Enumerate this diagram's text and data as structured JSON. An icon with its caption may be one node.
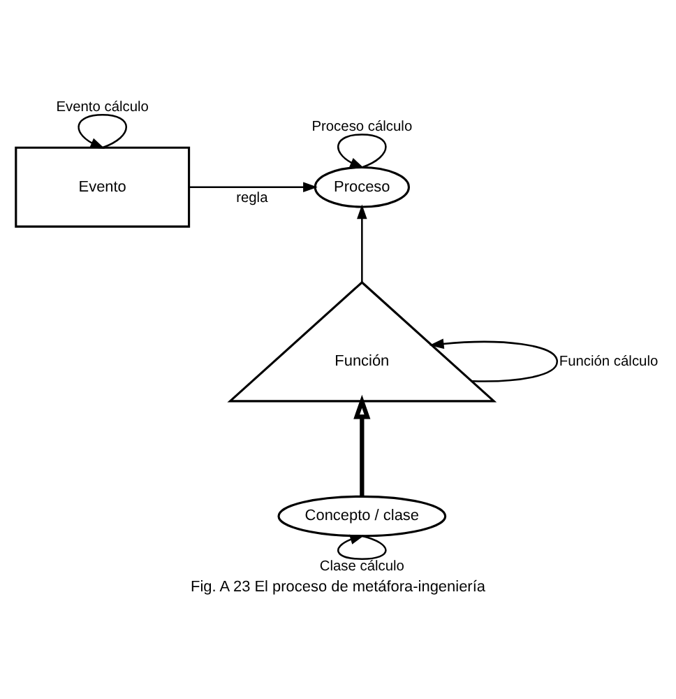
{
  "diagram": {
    "caption": "Fig. A 23 El proceso de metáfora-ingeniería",
    "nodes": [
      {
        "text": [
          "Evento"
        ]
      },
      {
        "text": [
          "Proceso"
        ]
      },
      {
        "text": [
          "Función"
        ]
      },
      {
        "text": [
          "Concepto / clase"
        ]
      }
    ],
    "edges": [
      {
        "from": 0,
        "to": 0,
        "arrow": "to",
        "label": "Evento cálculo"
      },
      {
        "from": 1,
        "to": 1,
        "arrow": "to",
        "label": "Proceso cálculo"
      },
      {
        "from": 0,
        "to": 1,
        "arrow": "to",
        "label": "regla"
      },
      {
        "from": 2,
        "to": 1,
        "arrow": "to"
      },
      {
        "from": 2,
        "to": 2,
        "arrow": "to",
        "label": "Función cálculo"
      },
      {
        "from": 3,
        "to": 2,
        "arrow": "to",
        "style": "thick"
      },
      {
        "from": 3,
        "to": 3,
        "arrow": "to",
        "label": "Clase cálculo"
      }
    ]
  }
}
